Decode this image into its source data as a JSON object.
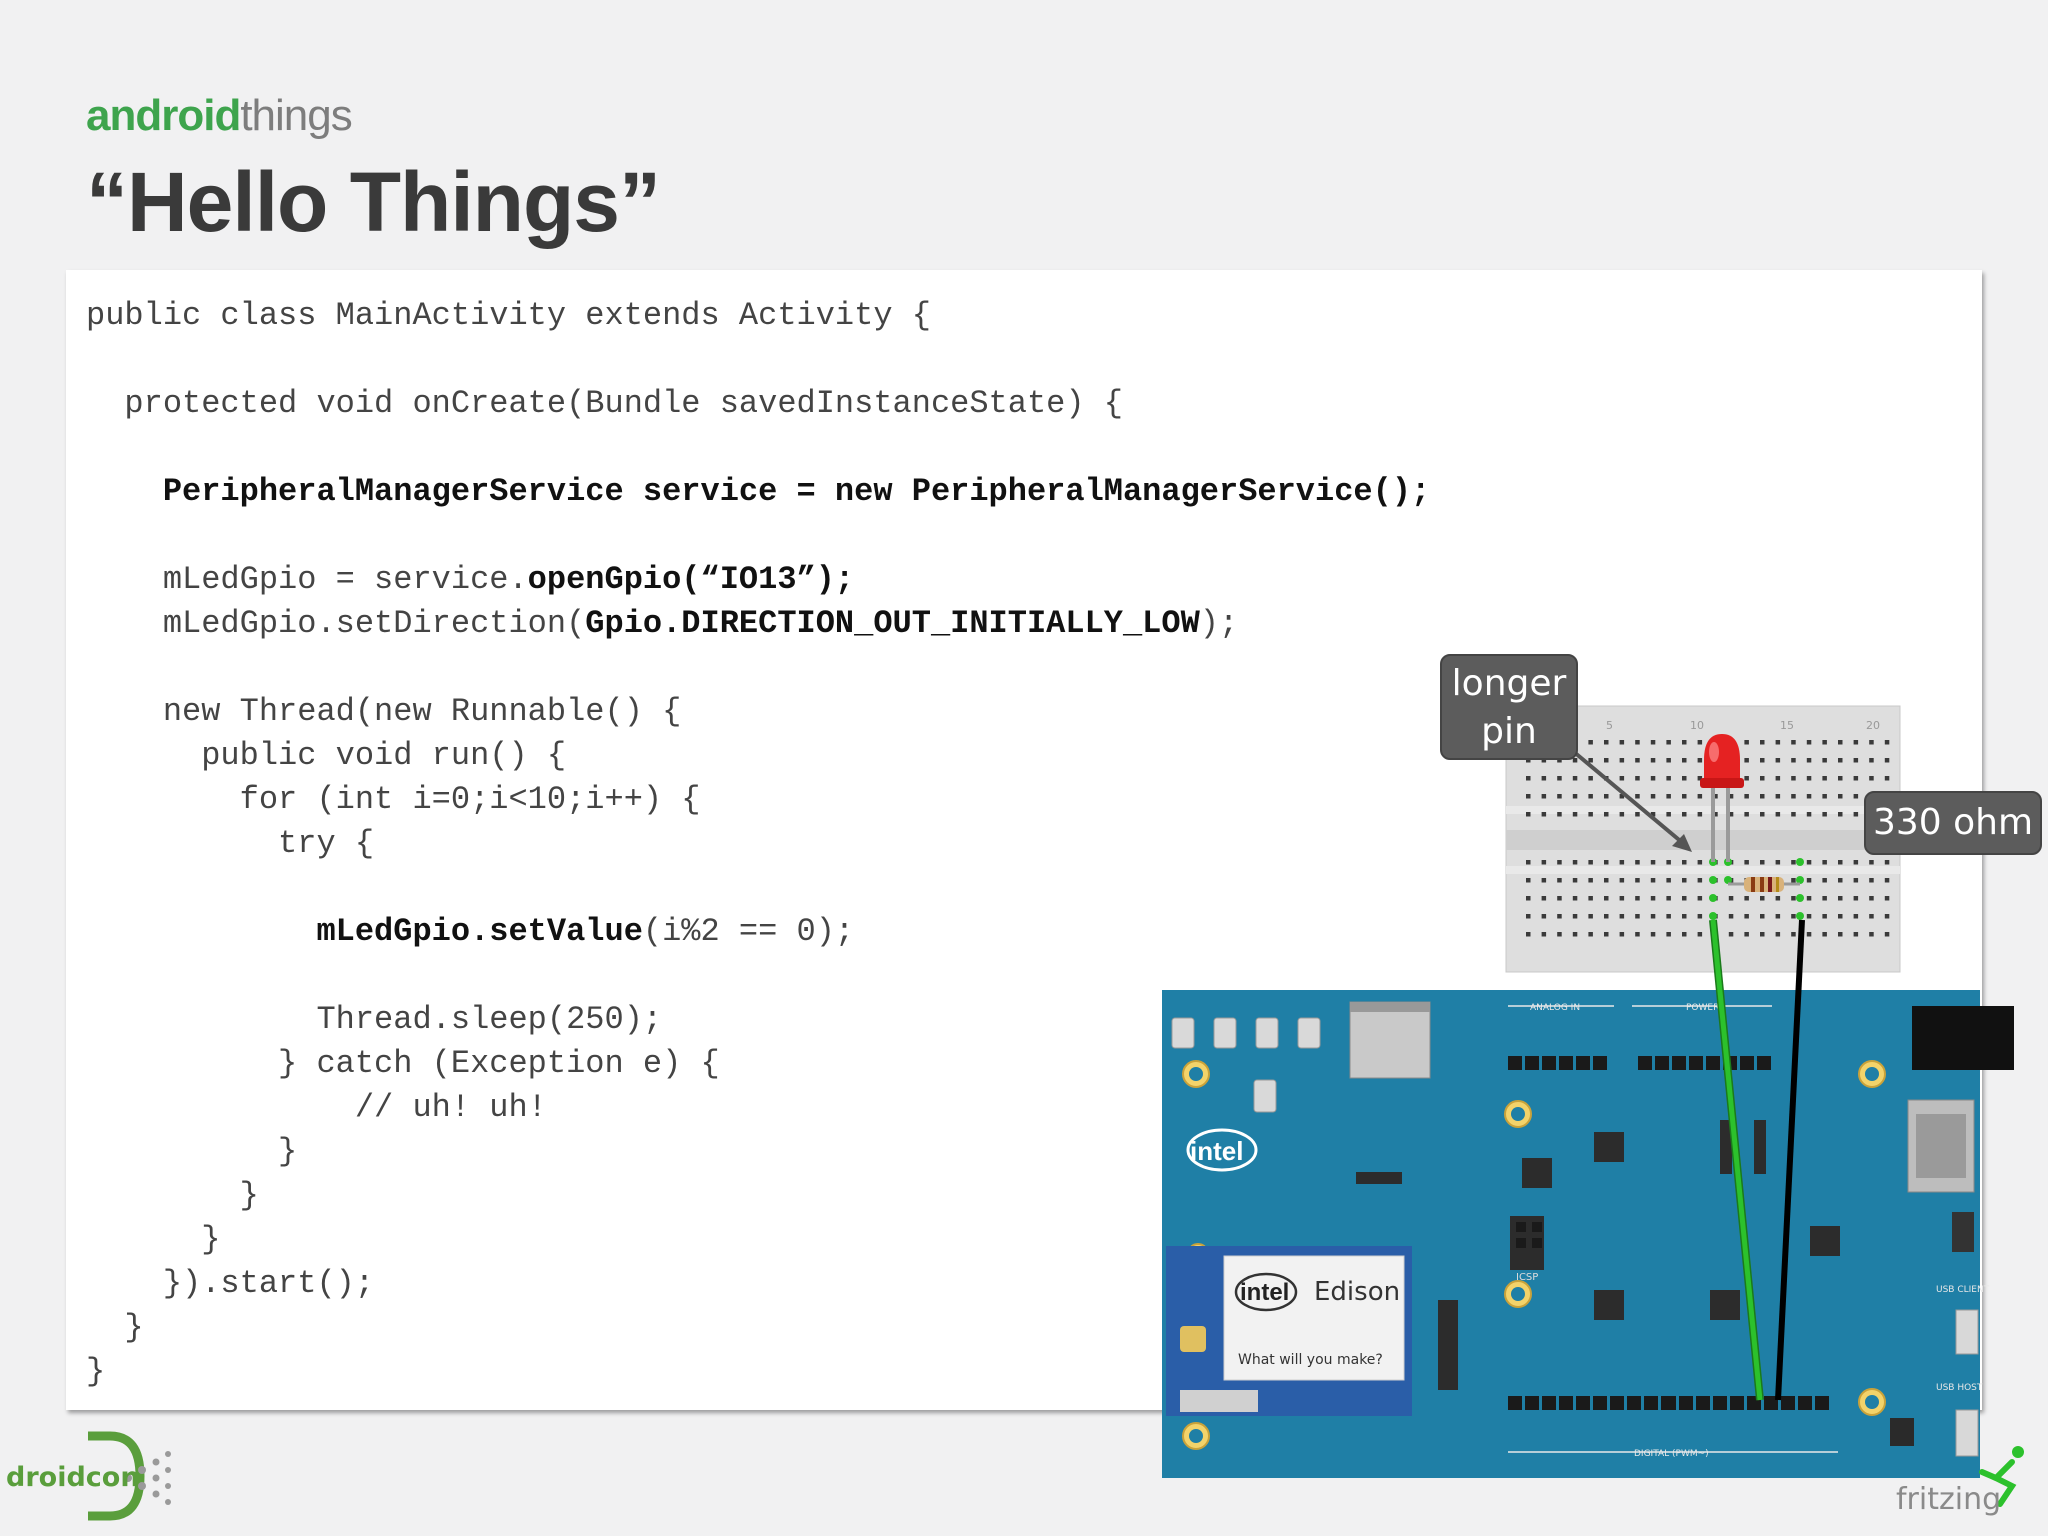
{
  "header": {
    "brand_bold": "android",
    "brand_light": "things",
    "title": "“Hello Things”"
  },
  "code": {
    "lines": [
      [
        {
          "t": "public class MainActivity extends Activity {"
        }
      ],
      [],
      [
        {
          "t": "  protected void onCreate(Bundle savedInstanceState) {"
        }
      ],
      [],
      [
        {
          "t": "    "
        },
        {
          "t": "PeripheralManagerService service = new PeripheralManagerService();",
          "b": true
        }
      ],
      [],
      [
        {
          "t": "    mLedGpio = service."
        },
        {
          "t": "openGpio(“IO13”);",
          "b": true
        }
      ],
      [
        {
          "t": "    mLedGpio.setDirection("
        },
        {
          "t": "Gpio.DIRECTION_OUT_INITIALLY_LOW",
          "b": true
        },
        {
          "t": ");"
        }
      ],
      [],
      [
        {
          "t": "    new Thread(new Runnable() {"
        }
      ],
      [
        {
          "t": "      public void run() {"
        }
      ],
      [
        {
          "t": "        for (int i=0;i<10;i++) {"
        }
      ],
      [
        {
          "t": "          try {"
        }
      ],
      [],
      [
        {
          "t": "            "
        },
        {
          "t": "mLedGpio.setValue",
          "b": true
        },
        {
          "t": "(i%2 == 0);"
        }
      ],
      [],
      [
        {
          "t": "            Thread.sleep(250);"
        }
      ],
      [
        {
          "t": "          } catch (Exception e) {"
        }
      ],
      [
        {
          "t": "              // uh! uh!"
        }
      ],
      [
        {
          "t": "          }"
        }
      ],
      [
        {
          "t": "        }"
        }
      ],
      [
        {
          "t": "      }"
        }
      ],
      [
        {
          "t": "    }).start();"
        }
      ],
      [
        {
          "t": "  }"
        }
      ],
      [
        {
          "t": "}"
        }
      ]
    ]
  },
  "callouts": {
    "pin_line1": "longer",
    "pin_line2": "pin",
    "resistor": "330 ohm"
  },
  "breadboard": {
    "col_5": "5",
    "col_10": "10",
    "col_15": "15",
    "col_20": "20"
  },
  "board": {
    "intel_logo": "intel",
    "edison_brand": "intel",
    "edison_name": "Edison",
    "edison_tagline": "What will you make?",
    "analog_in": "ANALOG IN",
    "power": "POWER",
    "digital_pwm": "DIGITAL (PWM~)",
    "icsp": "ICSP",
    "usb_client": "USB CLIENT",
    "usb_host": "USB HOST"
  },
  "footer": {
    "droidcon": "droidcon",
    "fritzing": "fritzing"
  },
  "colors": {
    "android_green": "#3ea44d",
    "board_blue": "#1f7fa6",
    "wire_green": "#2cc12c",
    "led_red": "#e52222"
  }
}
